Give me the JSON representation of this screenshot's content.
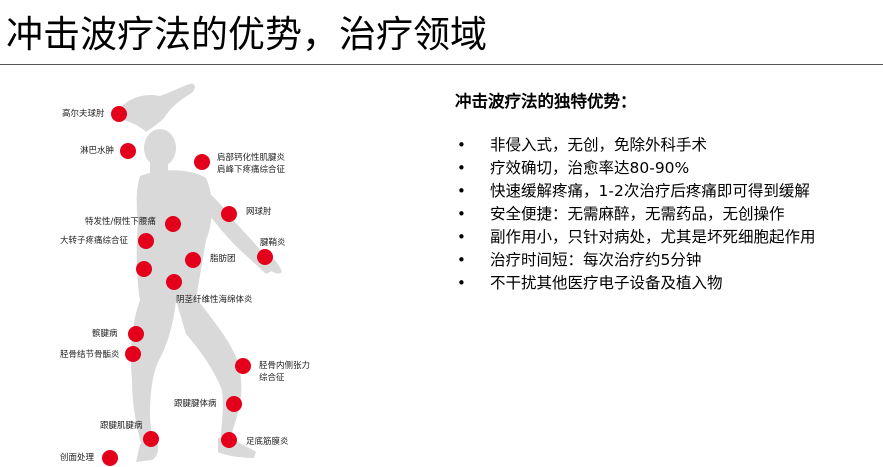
{
  "title": "冲击波疗法的优势，治疗领域",
  "advantages": {
    "heading": "冲击波疗法的独特优势：",
    "bullet": "•",
    "items": [
      "非侵入式，无创，免除外科手术",
      "疗效确切，治愈率达80-90%",
      "快速缓解疼痛，1-2次治疗后疼痛即可得到缓解",
      "安全便捷：无需麻醉，无需药品，无创操作",
      "副作用小，只针对病处，尤其是坏死细胞起作用",
      "治疗时间短：每次治疗约5分钟",
      "不干扰其他医疗电子设备及植入物"
    ]
  },
  "body_points": [
    {
      "label": "高尔夫球肘"
    },
    {
      "label": "淋巴水肿"
    },
    {
      "label": "肩部钙化性肌腱炎"
    },
    {
      "label": "肩峰下疼痛综合征"
    },
    {
      "label": "网球肘"
    },
    {
      "label": "特发性/假性下腰痛"
    },
    {
      "label": "大转子疼痛综合征"
    },
    {
      "label": "脂肪团"
    },
    {
      "label": "腱鞘炎"
    },
    {
      "label": "阴茎纤维性海绵体炎"
    },
    {
      "label": "髌腱病"
    },
    {
      "label": "胫骨结节骨骺炎"
    },
    {
      "label": "胫骨内侧张力"
    },
    {
      "label": "综合征"
    },
    {
      "label": "跟腱腱体病"
    },
    {
      "label": "跟腱肌腱病"
    },
    {
      "label": "足底筋膜炎"
    },
    {
      "label": "创面处理"
    }
  ],
  "colors": {
    "marker": "#e4001b",
    "silhouette": "#d9d9d9",
    "rule": "#555555"
  }
}
